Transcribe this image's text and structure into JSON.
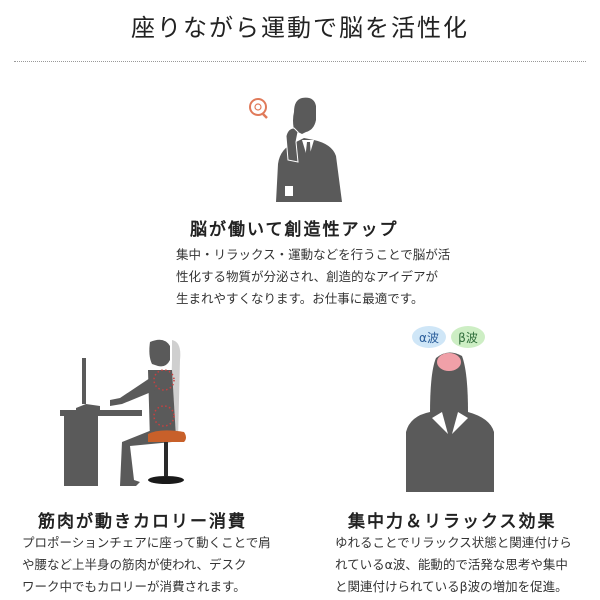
{
  "header": {
    "title": "座りながら運動で脳を活性化"
  },
  "sections": [
    {
      "heading": "脳が働いて創造性アップ",
      "text": "集中・リラックス・運動などを行うことで脳が活\n性化する物質が分泌され、創造的なアイデアが\n生まれやすくなります。お仕事に最適です。",
      "icon": "thinking-businessman-with-lightbulb"
    },
    {
      "heading": "筋肉が動きカロリー消費",
      "text": "プロポーションチェアに座って動くことで肩\nや腰など上半身の筋肉が使われ、デスク\nワーク中でもカロリーが消費されます。",
      "icon": "person-sitting-at-desk-on-chair"
    },
    {
      "heading": "集中力＆リラックス効果",
      "text": "ゆれることでリラックス状態と関連付けら\nれているα波、能動的で活発な思考や集中\nと関連付けられているβ波の増加を促進。",
      "icon": "woman-with-brain-waves",
      "badges": [
        "α波",
        "β波"
      ]
    }
  ],
  "colors": {
    "silhouette": "#5a5a5a",
    "accent_orange": "#c8602a",
    "lightbulb": "#e07a5a",
    "alpha_bubble": "#cfe6f7",
    "beta_bubble": "#cdeec4",
    "alpha_text": "#2a5d9a",
    "beta_text": "#2f6d3a",
    "brain_pink": "#f0a0a8",
    "divider": "#999999"
  }
}
